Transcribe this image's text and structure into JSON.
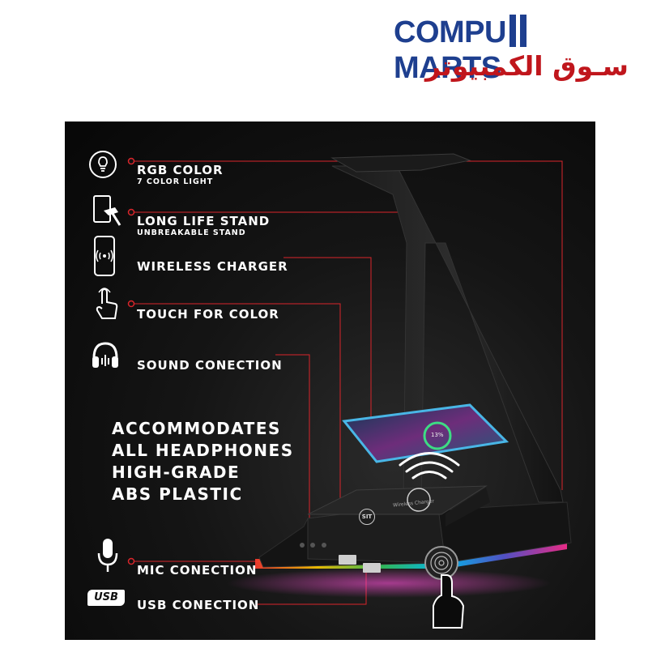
{
  "brand": {
    "name_en_left": "COMPU",
    "name_en_right": "MARTS",
    "name_ar": "سـوق الكمبيوتر",
    "colors": {
      "blue": "#1e3f8f",
      "red": "#c0161c"
    }
  },
  "features": [
    {
      "label": "RGB COLOR",
      "sub": "7 COLOR LIGHT",
      "icon": "lightbulb-icon"
    },
    {
      "label": "LONG LIFE STAND",
      "sub": "UNBREAKABLE STAND",
      "icon": "hammer-phone-icon"
    },
    {
      "label": "WIRELESS CHARGER",
      "icon": "wireless-phone-icon"
    },
    {
      "label": "TOUCH FOR COLOR",
      "icon": "touch-hand-icon"
    },
    {
      "label": "SOUND CONECTION",
      "icon": "headphones-icon"
    },
    {
      "label": "MIC CONECTION",
      "icon": "microphone-icon"
    },
    {
      "label": "USB CONECTION",
      "icon": "usb-icon",
      "badge": "USB"
    }
  ],
  "claims": [
    "ACCOMMODATES",
    "ALL HEADPHONES",
    "HIGH-GRADE",
    "ABS PLASTIC"
  ],
  "product": {
    "pad_text": "Wireless Charger",
    "logo_text": "SIT",
    "phone_text": "13%"
  },
  "accent_color": "#d9252b"
}
